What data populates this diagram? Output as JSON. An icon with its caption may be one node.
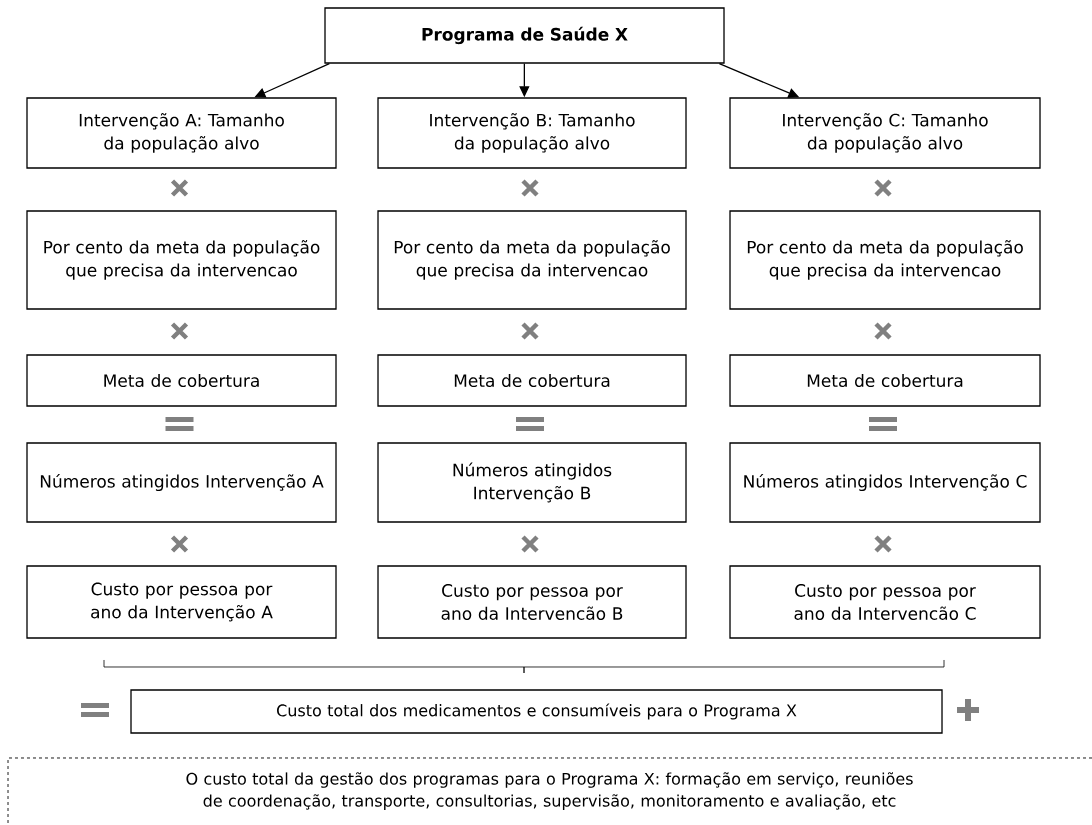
{
  "diagram": {
    "nodes": [
      {
        "text": [
          "Programa de Saúde X"
        ]
      },
      {
        "text": [
          "Intervenção A: Tamanho da população alvo"
        ]
      },
      {
        "text": [
          "Intervenção B: Tamanho da população alvo"
        ]
      },
      {
        "text": [
          "Intervenção C: Tamanho da população alvo"
        ]
      },
      {
        "text": [
          "Por cento da meta da população que precisa da intervencao"
        ]
      },
      {
        "text": [
          "Por cento da meta da população que precisa da intervencao"
        ]
      },
      {
        "text": [
          "Por cento da meta da população que precisa da intervencao"
        ]
      },
      {
        "text": [
          "Meta de cobertura"
        ]
      },
      {
        "text": [
          "Meta de cobertura"
        ]
      },
      {
        "text": [
          "Meta de cobertura"
        ]
      },
      {
        "text": [
          "Números atingidos Intervenção A"
        ]
      },
      {
        "text": [
          "Números atingidos Intervenção B"
        ]
      },
      {
        "text": [
          "Números atingidos Intervenção C"
        ]
      },
      {
        "text": [
          "Custo por pessoa por ano da Intervenção A"
        ]
      },
      {
        "text": [
          "Custo por pessoa por ano da Intervencão B"
        ]
      },
      {
        "text": [
          "Custo por pessoa por ano da Intervencão C"
        ]
      },
      {
        "text": [
          "Custo total dos medicamentos e consumíveis para o Programa X"
        ]
      },
      {
        "text": [
          "O custo total da gestão dos programas para o Programa X: formação em serviço, reuniões de coordenação, transporte, consultorias, supervisão, monitoramento e avaliação, etc"
        ]
      }
    ],
    "edges": [
      {
        "from": 0,
        "to": 1,
        "arrow": "to"
      },
      {
        "from": 0,
        "to": 2,
        "arrow": "to"
      },
      {
        "from": 0,
        "to": 3,
        "arrow": "to"
      }
    ]
  }
}
